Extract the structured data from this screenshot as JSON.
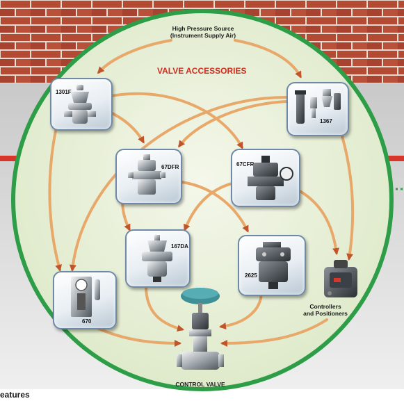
{
  "diagram": {
    "source": {
      "line1": "High Pressure Source",
      "line2": "(Instrument Supply Air)"
    },
    "title": "VALVE ACCESSORIES",
    "components": {
      "c1301f": "1301F",
      "c1367": "1367",
      "c67dfr": "67DFR",
      "c67cfr": "67CFR",
      "c167da": "167DA",
      "c2625": "2625",
      "c670": "670"
    },
    "controllers": {
      "line1": "Controllers",
      "line2": "and Positioners"
    },
    "control_valve": "CONTROL VALVE",
    "footer_fragment": "eatures"
  },
  "colors": {
    "brick": "#b24a34",
    "mortar": "#e7ddd2",
    "circle_fill": "#e6efd2",
    "circle_border": "#2e9d48",
    "title": "#d22b1e",
    "arrow": "#c0552c",
    "pipe": "#d7372b"
  }
}
